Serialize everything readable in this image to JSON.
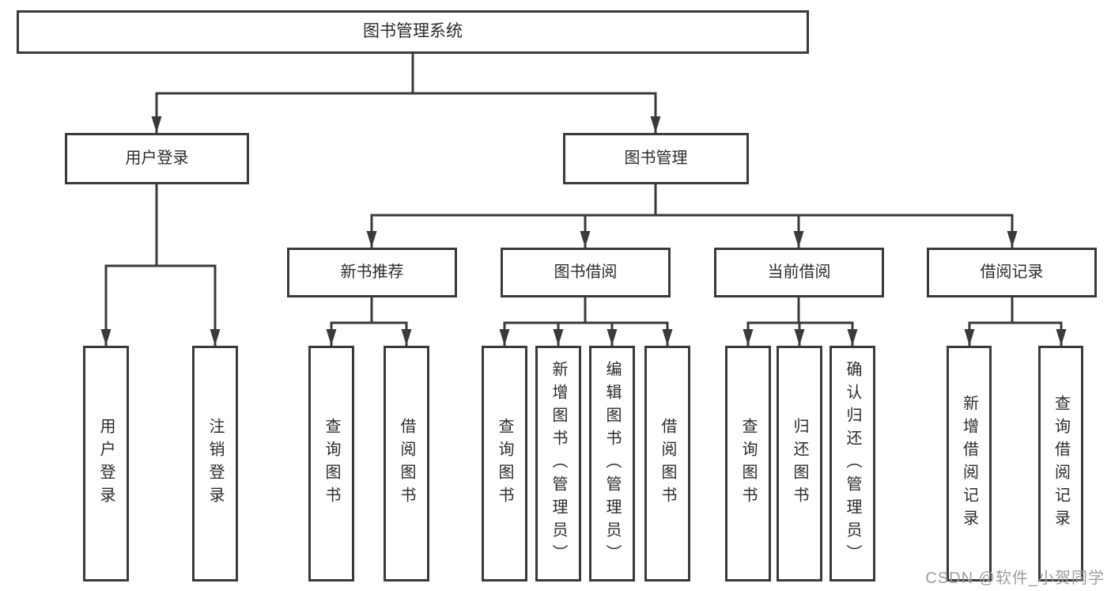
{
  "page": {
    "background_color": "#ffffff",
    "line_color": "#3a3a3a",
    "box_border_color": "#3a3a3a",
    "text_color": "#2b2b2b",
    "watermark_color": "#9d9d9d"
  },
  "diagram": {
    "title_node": {
      "label": "图书管理系统"
    },
    "user_login": {
      "label": "用户登录",
      "children": [
        {
          "label": "用户登录"
        },
        {
          "label": "注销登录"
        }
      ]
    },
    "book_mgmt": {
      "label": "图书管理",
      "children": [
        {
          "label": "新书推荐",
          "children": [
            {
              "label": "查询图书"
            },
            {
              "label": "借阅图书"
            }
          ]
        },
        {
          "label": "图书借阅",
          "children": [
            {
              "label": "查询图书"
            },
            {
              "label": "新增图书（管理员）"
            },
            {
              "label": "编辑图书（管理员）"
            },
            {
              "label": "借阅图书"
            }
          ]
        },
        {
          "label": "当前借阅",
          "children": [
            {
              "label": "查询图书"
            },
            {
              "label": "归还图书"
            },
            {
              "label": "确认归还（管理员）"
            }
          ]
        },
        {
          "label": "借阅记录",
          "children": [
            {
              "label": "新增借阅记录"
            },
            {
              "label": "查询借阅记录"
            }
          ]
        }
      ]
    }
  },
  "watermark": {
    "text": "CSDN @软件_小贺同学"
  }
}
